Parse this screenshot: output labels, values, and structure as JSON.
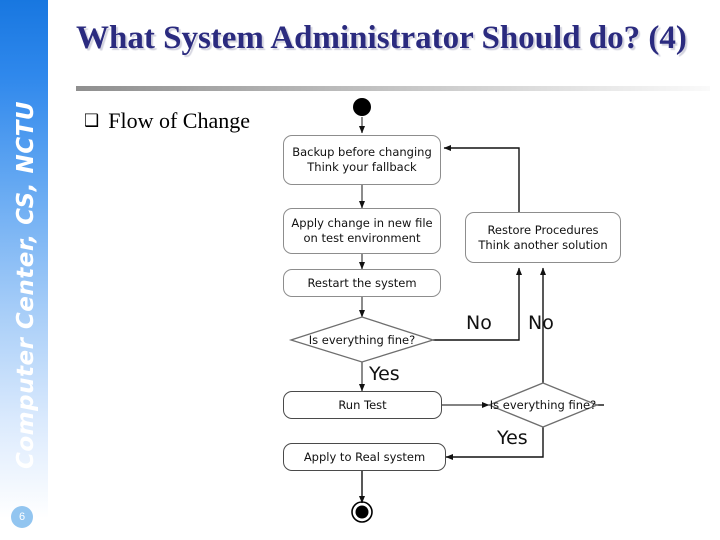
{
  "sidebar": {
    "vertical_text": "Computer Center, CS, NCTU",
    "page_number": "6"
  },
  "slide": {
    "title": "What System Administrator Should do? (4)",
    "bullet_glyph": "❑",
    "bullet_text": "Flow of Change"
  },
  "colors": {
    "title": "#2B2B7F",
    "sidebar_top": "#1877E0",
    "page_badge": "#92C5F0",
    "node_border": "#8D8D8D",
    "edge": "#111111"
  },
  "flowchart": {
    "type": "activity-diagram",
    "nodes": [
      {
        "id": "start",
        "shape": "initial-node",
        "label": ""
      },
      {
        "id": "backup",
        "shape": "rounded-box",
        "label": "Backup before changing\nThink your fallback"
      },
      {
        "id": "apply-test",
        "shape": "rounded-box",
        "label": "Apply change in new file\non test environment"
      },
      {
        "id": "restart",
        "shape": "rounded-box",
        "label": "Restart the system"
      },
      {
        "id": "decision-1",
        "shape": "diamond",
        "label": "Is everything fine?"
      },
      {
        "id": "run-test",
        "shape": "rounded-box",
        "label": "Run Test"
      },
      {
        "id": "decision-2",
        "shape": "diamond",
        "label": "Is everything fine?"
      },
      {
        "id": "apply-real",
        "shape": "rounded-box",
        "label": "Apply to Real system"
      },
      {
        "id": "restore",
        "shape": "rounded-box",
        "label": "Restore Procedures\nThink another solution"
      },
      {
        "id": "end",
        "shape": "final-node",
        "label": ""
      }
    ],
    "node_labels": {
      "backup_line1": "Backup before changing",
      "backup_line2": "Think your fallback",
      "apply_test_line1": "Apply change in new file",
      "apply_test_line2": "on test environment",
      "restart": "Restart the system",
      "decision_1": "Is everything fine?",
      "run_test": "Run Test",
      "decision_2": "Is everything fine?",
      "apply_real": "Apply to Real system",
      "restore_line1": "Restore Procedures",
      "restore_line2": "Think another solution"
    },
    "edge_labels": {
      "no_1": "No",
      "no_2": "No",
      "yes_1": "Yes",
      "yes_2": "Yes"
    },
    "edges": [
      {
        "from": "start",
        "to": "backup",
        "label": ""
      },
      {
        "from": "backup",
        "to": "apply-test",
        "label": ""
      },
      {
        "from": "apply-test",
        "to": "restart",
        "label": ""
      },
      {
        "from": "restart",
        "to": "decision-1",
        "label": ""
      },
      {
        "from": "decision-1",
        "to": "restore",
        "label": "No"
      },
      {
        "from": "decision-1",
        "to": "run-test",
        "label": "Yes"
      },
      {
        "from": "run-test",
        "to": "decision-2",
        "label": ""
      },
      {
        "from": "decision-2",
        "to": "restore",
        "label": "No"
      },
      {
        "from": "decision-2",
        "to": "apply-real",
        "label": "Yes"
      },
      {
        "from": "restore",
        "to": "backup",
        "label": ""
      },
      {
        "from": "apply-real",
        "to": "end",
        "label": ""
      }
    ]
  }
}
